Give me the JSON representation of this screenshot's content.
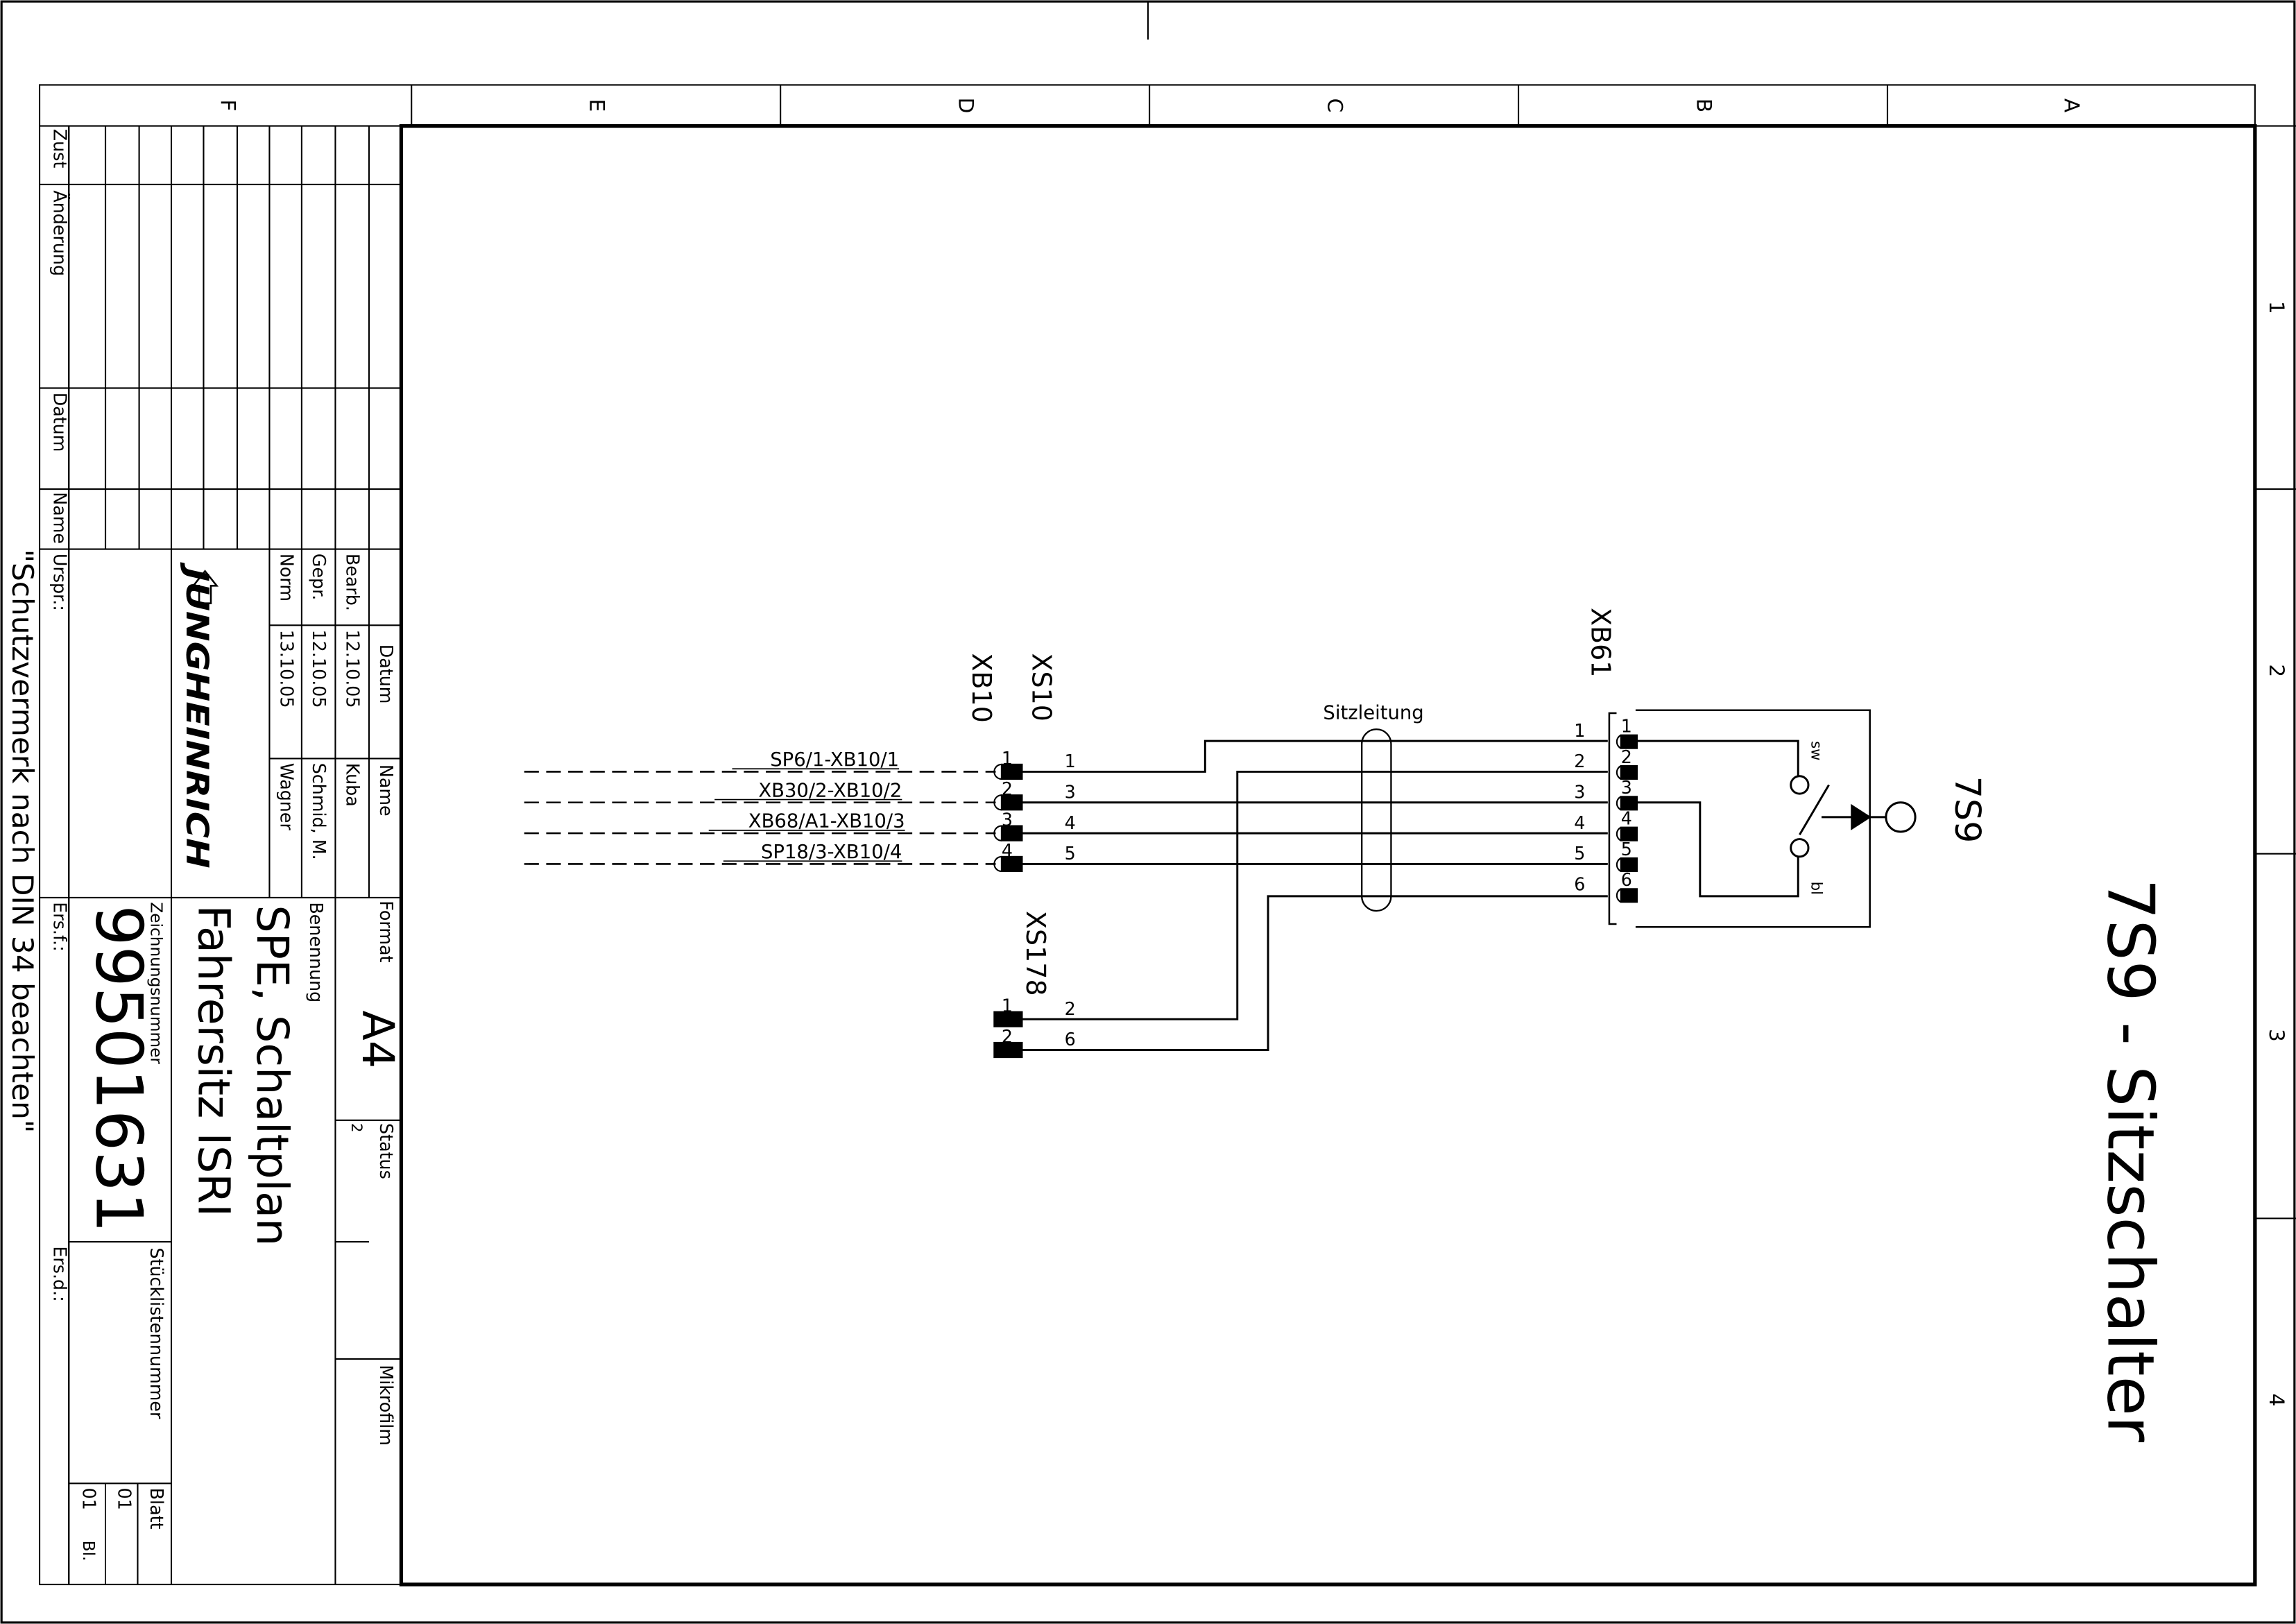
{
  "zones": {
    "columns": [
      "A",
      "B",
      "C",
      "D",
      "E",
      "F"
    ],
    "rows": [
      "1",
      "2",
      "3",
      "4"
    ]
  },
  "revision_headers": {
    "zust": "Zust",
    "aenderung": "Änderung",
    "datum": "Datum",
    "name": "Name"
  },
  "origin": {
    "urspr": "Urspr.:",
    "ers_f": "Ers.f.:",
    "ers_d": "Ers.d.:"
  },
  "approval": {
    "header_datum": "Datum",
    "header_name": "Name",
    "rows": [
      {
        "role": "Bearb.",
        "date": "12.10.05",
        "name": "Kuba"
      },
      {
        "role": "Gepr.",
        "date": "12.10.05",
        "name": "Schmid, M."
      },
      {
        "role": "Norm",
        "date": "13.10.05",
        "name": "Wagner"
      }
    ]
  },
  "logo": {
    "text": "JUNGHEINRICH"
  },
  "title_block": {
    "format_label": "Format",
    "format_value": "A4",
    "status_label": "Status",
    "status_value": "2",
    "mikrofilm_label": "Mikrofilm",
    "benennung_label": "Benennung",
    "title_line1": "SPE, Schaltplan",
    "title_line2": "Fahrersitz ISRI",
    "zeichnungsnummer_label": "Zeichnungsnummer",
    "drawing_number": "99501631",
    "stuecklisten_label": "Stücklistennummer",
    "blatt_label": "Blatt",
    "blatt_value": "01",
    "bl_label": "Bl.",
    "bl_value": "01"
  },
  "protection_note": "\"Schutzvermerk nach DIN 34 beachten\"",
  "diagram": {
    "main_title": "7S9 - Sitzschalter",
    "switch_label": "7S9",
    "cable_label": "Sitzleitung",
    "connectors": {
      "xb10": "XB10",
      "xs10": "XS10",
      "xs178": "XS178",
      "xb61": "XB61"
    },
    "wire_labels": [
      "SP6/1-XB10/1",
      "XB30/2-XB10/2",
      "XB68/A1-XB10/3",
      "SP18/3-XB10/4"
    ],
    "xb10_pins": [
      "1",
      "2",
      "3",
      "4"
    ],
    "xs10_wires": [
      "1",
      "3",
      "4",
      "5"
    ],
    "xs178_pins": [
      "1",
      "2"
    ],
    "xs178_wires": [
      "2",
      "6"
    ],
    "xb61_left_pins": [
      "1",
      "2",
      "3",
      "4",
      "5",
      "6"
    ],
    "xb61_right_pins": [
      "1",
      "2",
      "3",
      "4",
      "5",
      "6"
    ],
    "switch_contacts": {
      "sw": "sw",
      "bl": "bl"
    }
  }
}
